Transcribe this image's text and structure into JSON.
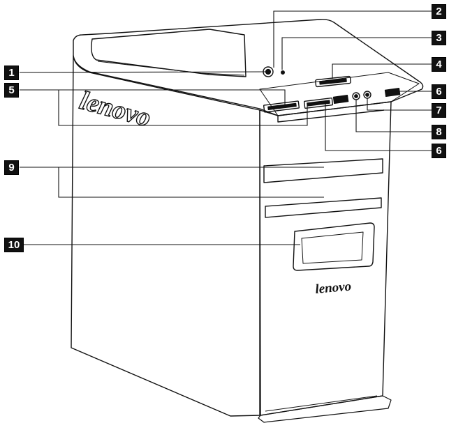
{
  "brand": {
    "side_logo": "lenovo",
    "front_logo": "lenovo"
  },
  "callouts": {
    "c1": "1",
    "c2": "2",
    "c3": "3",
    "c4": "4",
    "c5": "5",
    "c6a": "6",
    "c7": "7",
    "c8": "8",
    "c6b": "6",
    "c9": "9",
    "c10": "10"
  },
  "colors": {
    "line": "#111111",
    "callout_bg": "#111111",
    "callout_text": "#ffffff"
  }
}
